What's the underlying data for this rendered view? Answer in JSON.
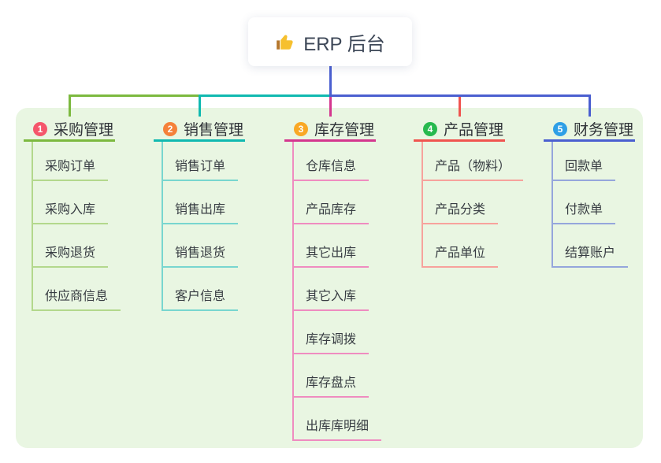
{
  "root": {
    "label": "ERP 后台",
    "icon": "thumbs-up-icon"
  },
  "branches": [
    {
      "badge": "1",
      "label": "采购管理",
      "line_color": "#7cb93f",
      "light_color": "#b3d88c",
      "badge_color": "#f5566b",
      "children": [
        "采购订单",
        "采购入库",
        "采购退货",
        "供应商信息"
      ]
    },
    {
      "badge": "2",
      "label": "销售管理",
      "line_color": "#10b9b0",
      "light_color": "#78d6cf",
      "badge_color": "#f5813a",
      "children": [
        "销售订单",
        "销售出库",
        "销售退货",
        "客户信息"
      ]
    },
    {
      "badge": "3",
      "label": "库存管理",
      "line_color": "#d4368e",
      "light_color": "#ef8cc0",
      "badge_color": "#f9a825",
      "children": [
        "仓库信息",
        "产品库存",
        "其它出库",
        "其它入库",
        "库存调拨",
        "库存盘点",
        "出库库明细"
      ]
    },
    {
      "badge": "4",
      "label": "产品管理",
      "line_color": "#f0544f",
      "light_color": "#f7a29c",
      "badge_color": "#27b94e",
      "children": [
        "产品（物料）",
        "产品分类",
        "产品单位"
      ]
    },
    {
      "badge": "5",
      "label": "财务管理",
      "line_color": "#4a5fd0",
      "light_color": "#95a6dc",
      "badge_color": "#2e9fe6",
      "children": [
        "回款单",
        "付款单",
        "结算账户"
      ]
    }
  ],
  "colors": {
    "canvas_bg": "#ffffff",
    "panel_bg": "#e9f6e2",
    "stem_color": "#4a5fd0",
    "root_text": "#3d4757",
    "title_text": "#2f3338",
    "child_text": "#383d43",
    "thumb_icon": "#f6c02e",
    "thumb_cuff": "#b5762a"
  }
}
